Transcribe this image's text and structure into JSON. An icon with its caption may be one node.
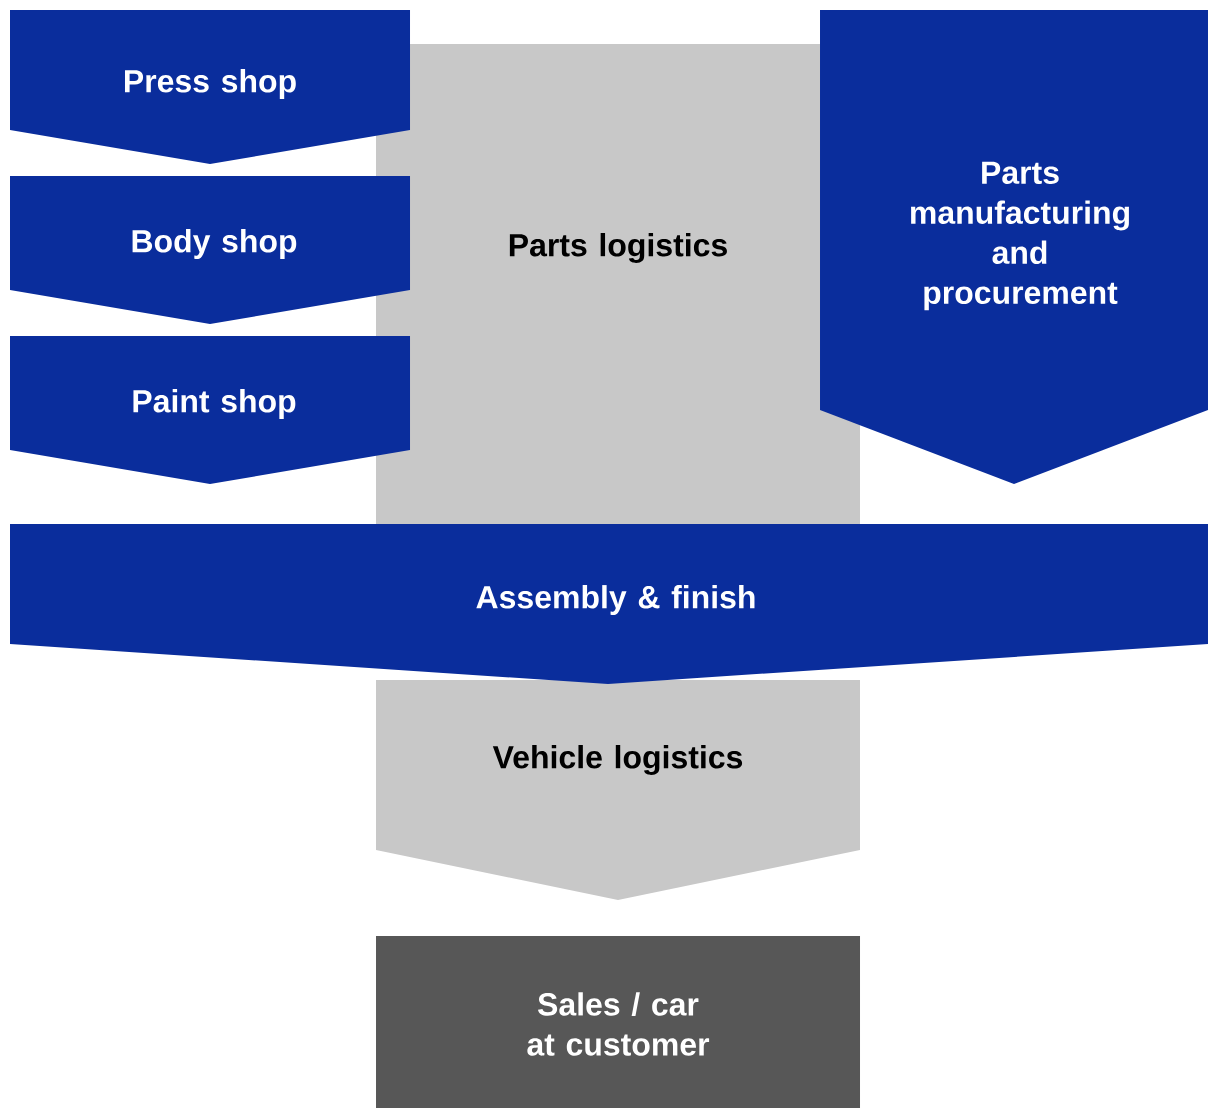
{
  "diagram": {
    "nodes": [
      {
        "text": [
          "Press shop"
        ]
      },
      {
        "text": [
          "Body shop"
        ]
      },
      {
        "text": [
          "Paint shop"
        ]
      },
      {
        "text": [
          "Parts logistics"
        ]
      },
      {
        "text": [
          "Parts manufacturing and procurement"
        ]
      },
      {
        "text": [
          "Assembly & finish"
        ]
      },
      {
        "text": [
          "Vehicle logistics"
        ]
      },
      {
        "text": [
          "Sales / car at customer"
        ]
      }
    ]
  }
}
